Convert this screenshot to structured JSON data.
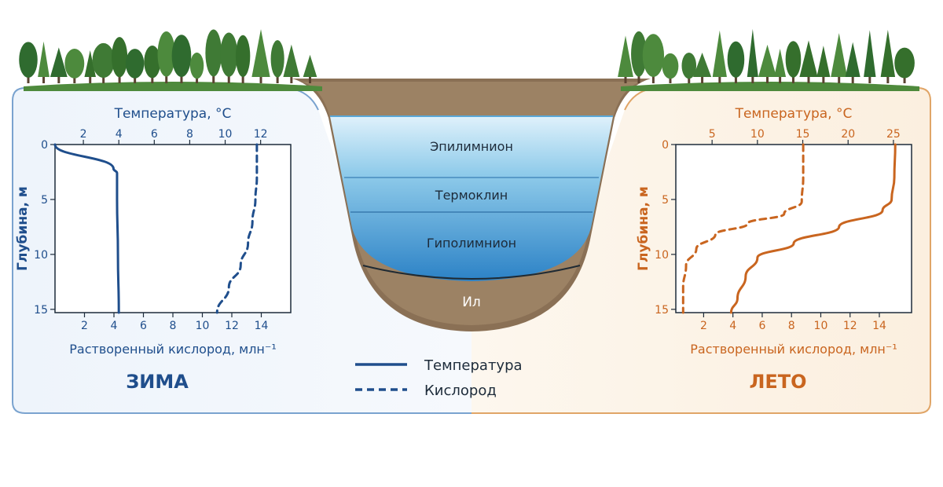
{
  "lake": {
    "layers": [
      "Эпилимнион",
      "Термоклин",
      "Гиполимнион"
    ],
    "sediment": "Ил"
  },
  "legend": {
    "solid_label": "Температура",
    "dashed_label": "Кислород"
  },
  "colors": {
    "winter": "#1f4e8c",
    "summer": "#c9651f",
    "water_top": "#d8eefa",
    "water_bottom": "#2e86c8",
    "sediment": "#7a6248",
    "tree": "#3f7a35"
  },
  "chart_data": [
    {
      "type": "line",
      "season_label": "ЗИМА",
      "top_axis_label": "Температура, °C",
      "bottom_axis_label": "Растворенный кислород, млн⁻¹",
      "ylabel": "Глубина, м",
      "top_axis": {
        "range": [
          0.4,
          13.7
        ],
        "ticks": [
          2,
          4,
          6,
          8,
          10,
          12
        ]
      },
      "bottom_axis": {
        "range": [
          0,
          16
        ],
        "ticks": [
          2,
          4,
          6,
          8,
          10,
          12,
          14
        ]
      },
      "depth_axis": {
        "range": [
          0,
          15.3
        ],
        "ticks": [
          0,
          5,
          10,
          15
        ],
        "inverted": true
      },
      "series": [
        {
          "name": "Температура",
          "style": "solid",
          "axis": "top",
          "points": [
            [
              0.4,
              0
            ],
            [
              3.7,
              2.2
            ],
            [
              3.9,
              2.6
            ],
            [
              3.9,
              5
            ],
            [
              3.95,
              10
            ],
            [
              4.0,
              15.3
            ]
          ]
        },
        {
          "name": "Кислород",
          "style": "dashed",
          "axis": "bottom",
          "points": [
            [
              13.7,
              0
            ],
            [
              13.7,
              3
            ],
            [
              13.6,
              5
            ],
            [
              13.4,
              7
            ],
            [
              13.1,
              9
            ],
            [
              12.6,
              11
            ],
            [
              11.8,
              13
            ],
            [
              11.0,
              15.3
            ]
          ]
        }
      ]
    },
    {
      "type": "line",
      "season_label": "ЛЕТО",
      "top_axis_label": "Температура, °C",
      "bottom_axis_label": "Растворенный кислород, млн⁻¹",
      "ylabel": "Глубина, м",
      "top_axis": {
        "range": [
          1,
          27
        ],
        "ticks": [
          5,
          10,
          15,
          20,
          25
        ]
      },
      "bottom_axis": {
        "range": [
          0.1,
          16.2
        ],
        "ticks": [
          2,
          4,
          6,
          8,
          10,
          12,
          14
        ]
      },
      "depth_axis": {
        "range": [
          0,
          15.3
        ],
        "ticks": [
          0,
          5,
          10,
          15
        ],
        "inverted": true
      },
      "series": [
        {
          "name": "Температура",
          "style": "solid",
          "axis": "top",
          "points": [
            [
              25.2,
              0
            ],
            [
              25.1,
              3
            ],
            [
              24.8,
              5
            ],
            [
              23.8,
              6
            ],
            [
              19,
              7.5
            ],
            [
              14,
              9
            ],
            [
              10,
              10.3
            ],
            [
              8.7,
              12
            ],
            [
              7.8,
              14
            ],
            [
              7.1,
              15.3
            ]
          ]
        },
        {
          "name": "Кислород",
          "style": "dashed",
          "axis": "bottom",
          "points": [
            [
              8.8,
              0
            ],
            [
              8.8,
              3
            ],
            [
              8.7,
              5.2
            ],
            [
              7.5,
              6.3
            ],
            [
              5,
              7.2
            ],
            [
              2.8,
              8.2
            ],
            [
              1.5,
              9.5
            ],
            [
              0.8,
              11
            ],
            [
              0.6,
              13
            ],
            [
              0.6,
              15.3
            ]
          ]
        }
      ]
    }
  ]
}
